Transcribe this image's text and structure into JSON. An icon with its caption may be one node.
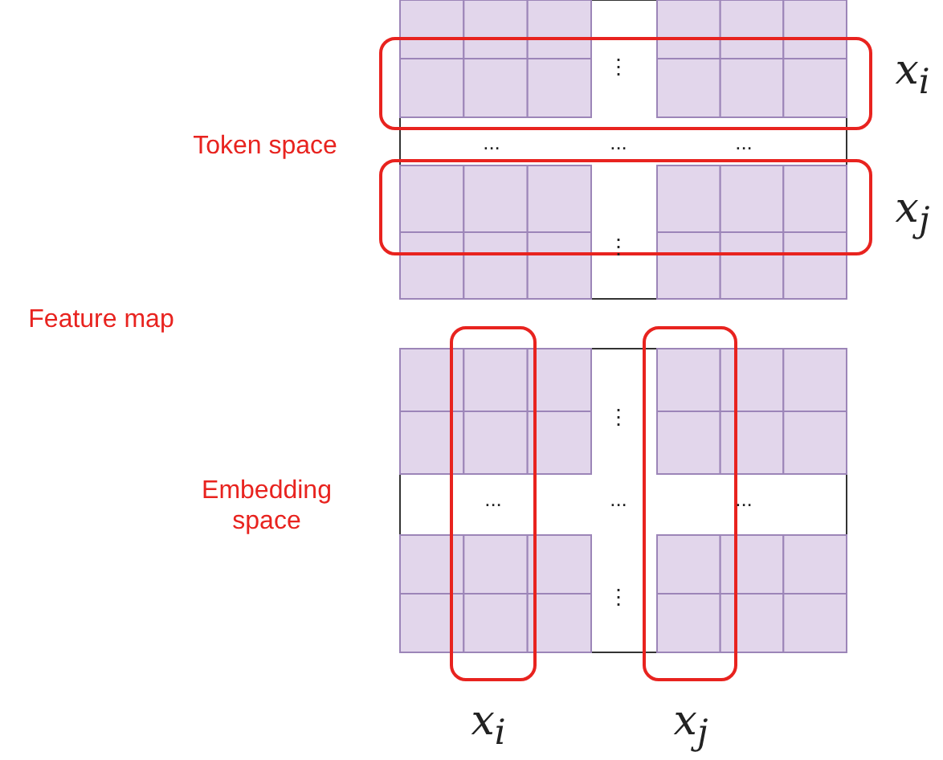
{
  "diagram": {
    "labels": [
      "⋮",
      "x$_{i}$",
      "Token space",
      "...",
      "...",
      "...",
      "x$_{j}$",
      "⋮",
      "Feature map",
      "⋮",
      "Embedding space",
      "...",
      "...",
      "...",
      "⋮",
      "x$_{i}$",
      "x$_{j}$"
    ]
  }
}
